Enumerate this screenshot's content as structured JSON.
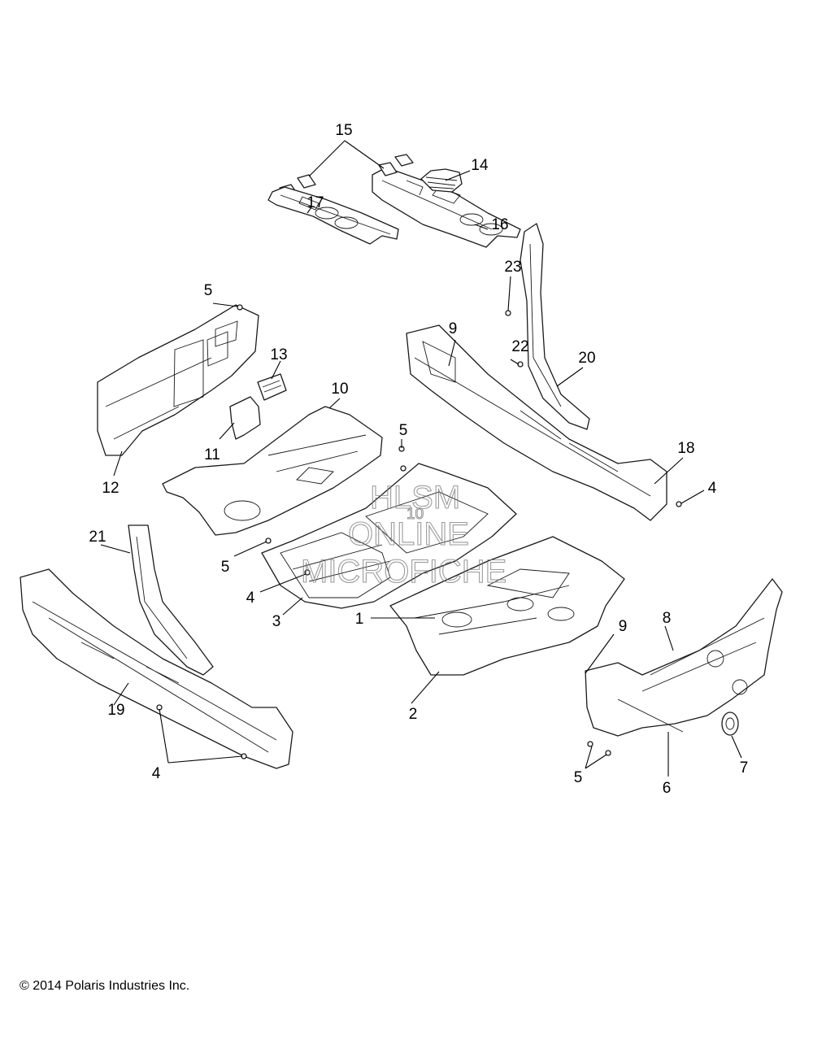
{
  "callouts": [
    {
      "id": "1",
      "label": "1"
    },
    {
      "id": "2",
      "label": "2"
    },
    {
      "id": "3",
      "label": "3"
    },
    {
      "id": "4a",
      "label": "4"
    },
    {
      "id": "4b",
      "label": "4"
    },
    {
      "id": "4c",
      "label": "4"
    },
    {
      "id": "5a",
      "label": "5"
    },
    {
      "id": "5b",
      "label": "5"
    },
    {
      "id": "5c",
      "label": "5"
    },
    {
      "id": "5d",
      "label": "5"
    },
    {
      "id": "6",
      "label": "6"
    },
    {
      "id": "7",
      "label": "7"
    },
    {
      "id": "8",
      "label": "8"
    },
    {
      "id": "9a",
      "label": "9"
    },
    {
      "id": "9b",
      "label": "9"
    },
    {
      "id": "10",
      "label": "10"
    },
    {
      "id": "11",
      "label": "11"
    },
    {
      "id": "12",
      "label": "12"
    },
    {
      "id": "13",
      "label": "13"
    },
    {
      "id": "14",
      "label": "14"
    },
    {
      "id": "15",
      "label": "15"
    },
    {
      "id": "16",
      "label": "16"
    },
    {
      "id": "17",
      "label": "17"
    },
    {
      "id": "18",
      "label": "18"
    },
    {
      "id": "19",
      "label": "19"
    },
    {
      "id": "20",
      "label": "20"
    },
    {
      "id": "21",
      "label": "21"
    },
    {
      "id": "22",
      "label": "22"
    },
    {
      "id": "23",
      "label": "23"
    }
  ],
  "watermark": {
    "line1": "HLSM",
    "line2": "10",
    "line3": "ONLINE",
    "line4": "MICROFICHE"
  },
  "copyright": "© 2014 Polaris Industries Inc."
}
